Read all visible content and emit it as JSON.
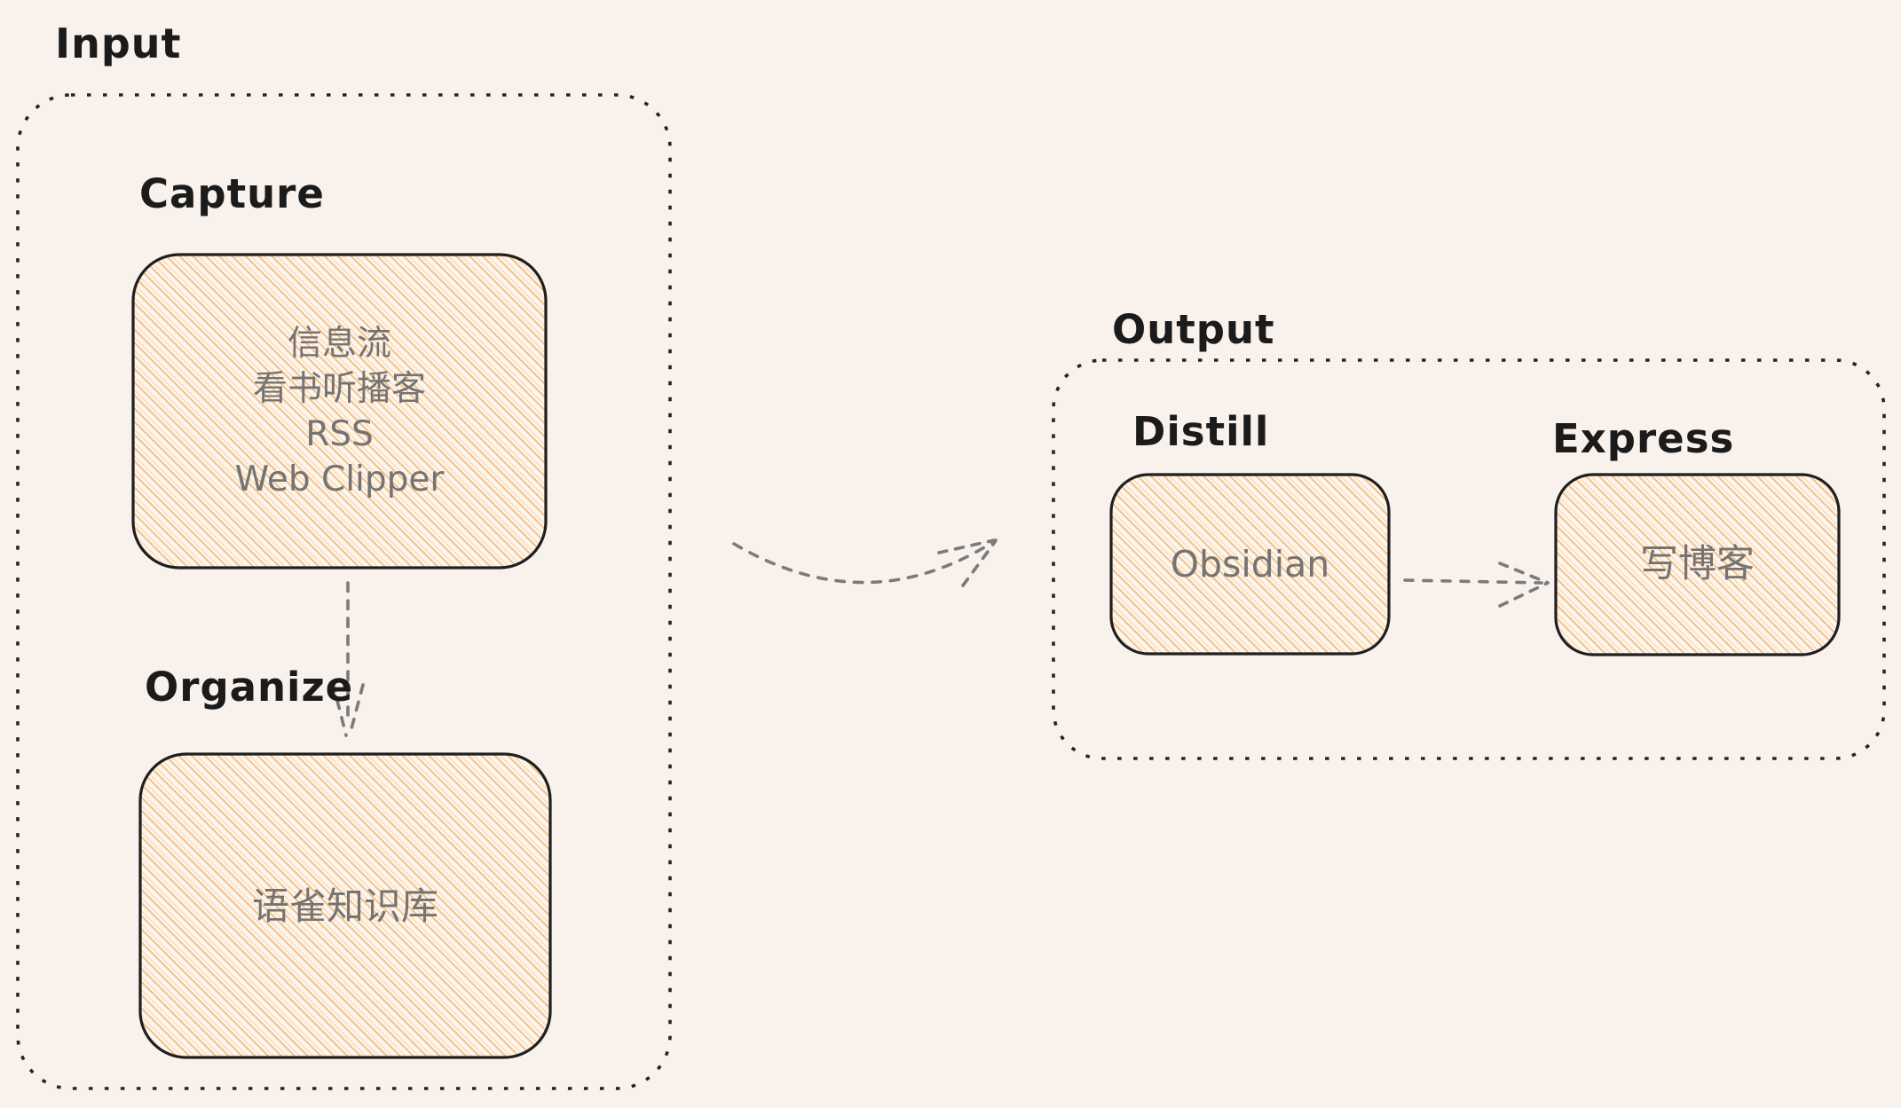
{
  "diagram": {
    "background": "#f9f1eb",
    "colors": {
      "container_stroke": "#242424",
      "box_stroke": "#1f1f1f",
      "box_fill": "#fdf5ef",
      "hachure_orange": "#f3c288",
      "hachure_orange_light": "#f8ddb4",
      "label_text": "#1b1b1b",
      "node_text_gray": "#767370",
      "arrow_gray": "#7b7b7b"
    },
    "input_group": {
      "label": "Input"
    },
    "output_group": {
      "label": "Output"
    },
    "capture": {
      "title": "Capture",
      "lines": [
        "信息流",
        "看书听播客",
        "RSS",
        "Web Clipper"
      ]
    },
    "organize": {
      "title": "Organize",
      "text": "语雀知识库"
    },
    "distill": {
      "title": "Distill",
      "text": "Obsidian"
    },
    "express": {
      "title": "Express",
      "text": "写博客"
    }
  }
}
